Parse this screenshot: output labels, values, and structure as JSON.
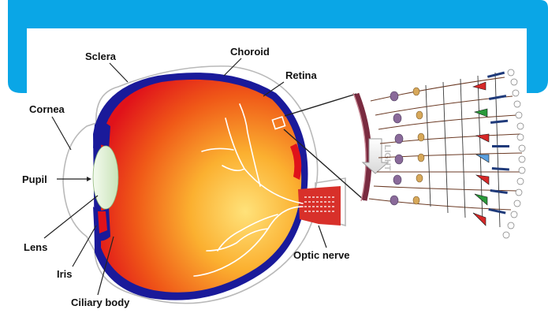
{
  "colors": {
    "banner": "#0aa6e6",
    "sclera_outline": "#b9b9b9",
    "choroid": "#1a1a9a",
    "vitreous_center": "#ffd560",
    "vitreous_edge": "#e0121a",
    "lens": "#dff0d2",
    "nerve": "#d8302a",
    "vessels": "#ffffff"
  },
  "labels": {
    "sclera": "Sclera",
    "choroid": "Choroid",
    "retina": "Retina",
    "cornea": "Cornea",
    "pupil": "Pupil",
    "lens": "Lens",
    "iris": "Iris",
    "ciliary_body": "Ciliary body",
    "optic_nerve": "Optic nerve"
  },
  "inset": {
    "light_label": "LIGHT"
  }
}
